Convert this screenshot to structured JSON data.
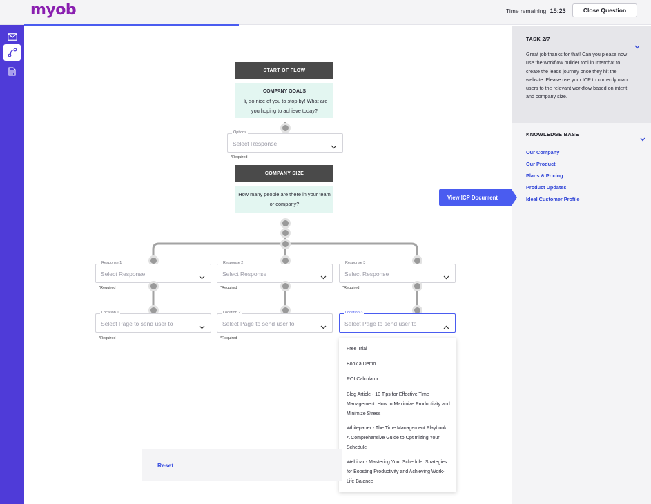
{
  "brand": {
    "logo_text": "myob",
    "logo_color": "#8a1fb0",
    "accent": "#4a5cf0",
    "nav_bg": "#4f3bd8"
  },
  "header": {
    "time_label": "Time remaining",
    "time_value": "15:23",
    "close_label": "Close Question"
  },
  "progress": {
    "fraction": 0.33
  },
  "nav": [
    {
      "icon": "mail-icon",
      "active": false
    },
    {
      "icon": "workflow-icon",
      "active": true
    },
    {
      "icon": "document-icon",
      "active": false
    }
  ],
  "flow": {
    "start_label": "START OF FLOW",
    "goals": {
      "title": "COMPANY GOALS",
      "text": "Hi, so nice of you to stop by! What are you hoping to achieve today?"
    },
    "options_select": {
      "label": "Options",
      "placeholder": "Select Response",
      "required": "*Required"
    },
    "size_label": "COMPANY SIZE",
    "size_text": "How many people are there in your team or company?",
    "responses": [
      {
        "label": "Response 1",
        "placeholder": "Select Response",
        "required": "*Required"
      },
      {
        "label": "Response 2",
        "placeholder": "Select Response",
        "required": "*Required"
      },
      {
        "label": "Response 3",
        "placeholder": "Select Response",
        "required": "*Required"
      }
    ],
    "locations": [
      {
        "label": "Location 1",
        "placeholder": "Select Page to send user to",
        "required": "*Required"
      },
      {
        "label": "Location 2",
        "placeholder": "Select Page to send user to",
        "required": "*Required"
      },
      {
        "label": "Location 3",
        "placeholder": "Select Page to send user to",
        "required": ""
      }
    ],
    "dropdown_options": [
      "Free Trial",
      "Book a Demo",
      "ROI Calculator",
      "Blog Article - 10 Tips for Effective Time Management: How to Maximize Productivity and Minimize Stress",
      "Whitepaper - The Time Management Playbook: A Comprehensive Guide to Optimizing Your Schedule",
      "Webinar - Mastering Your Schedule: Strategies for Boosting Productivity and Achieving Work-Life Balance"
    ],
    "reset_label": "Reset"
  },
  "sidebar": {
    "task_title": "TASK 2/7",
    "task_text": "Great job thanks for that! Can you please now use the workflow builder tool in Interchat to create the leads journey once they hit the website. Please use your ICP to correctly map users to the relevant workflow based on intent and company size.",
    "kb_title": "KNOWLEDGE BASE",
    "kb_links": [
      "Our Company",
      "Our Product",
      "Plans & Pricing",
      "Product Updates",
      "Ideal Customer Profile"
    ],
    "icp_button": "View ICP Document"
  }
}
